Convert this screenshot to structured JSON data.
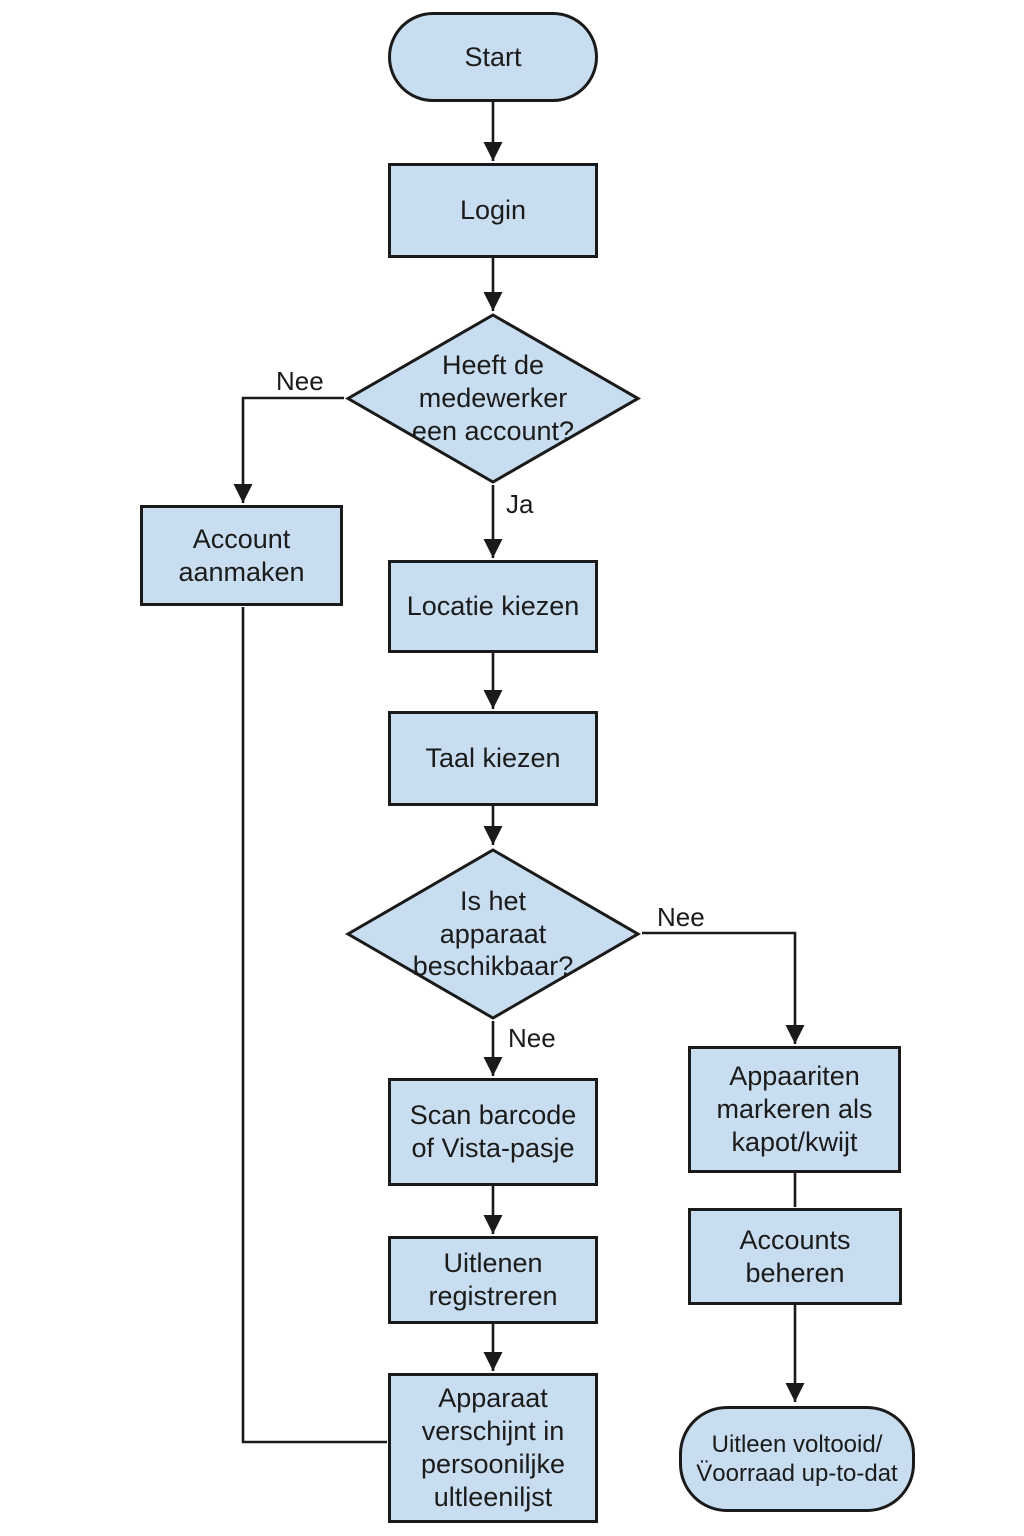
{
  "nodes": {
    "start": {
      "type": "terminator",
      "label": "Start"
    },
    "login": {
      "type": "process",
      "label": "Login"
    },
    "heeft_account": {
      "type": "decision",
      "label": "Heeft de\nmedewerker\neen account?"
    },
    "account_aanmaken": {
      "type": "process",
      "label": "Account\naanmaken"
    },
    "locatie_kiezen": {
      "type": "process",
      "label": "Locatie kiezen"
    },
    "taal_kiezen": {
      "type": "process",
      "label": "Taal kiezen"
    },
    "apparaat_beschikbaar": {
      "type": "decision",
      "label": "Is het\napparaat\nbeschikbaar?"
    },
    "scan_barcode": {
      "type": "process",
      "label": "Scan barcode\nof Vista-pasje"
    },
    "uitlenen_registreren": {
      "type": "process",
      "label": "Uitlenen\nregistreren"
    },
    "apparaat_verschijnt": {
      "type": "process",
      "label": "Apparaat\nverschijnt in\npersooniljke\nultleeniljst"
    },
    "apparaten_markeren": {
      "type": "process",
      "label": "Appaariten\nmarkeren als\nkapot/kwijt"
    },
    "accounts_beheren": {
      "type": "process",
      "label": "Accounts\nbeheren"
    },
    "uitleen_voltooid": {
      "type": "terminator",
      "label": "Uitleen voltooid/\nV̈oorraad up-to-dat"
    }
  },
  "edge_labels": {
    "heeft_account_nee": "Nee",
    "heeft_account_ja": "Ja",
    "beschikbaar_nee_rechts": "Nee",
    "beschikbaar_nee_omlaag": "Nee"
  },
  "colors": {
    "node_fill": "#c8def0",
    "node_border": "#1a1a1a",
    "line": "#1a1a1a",
    "text": "#1b1b1b",
    "background": "#ffffff"
  }
}
